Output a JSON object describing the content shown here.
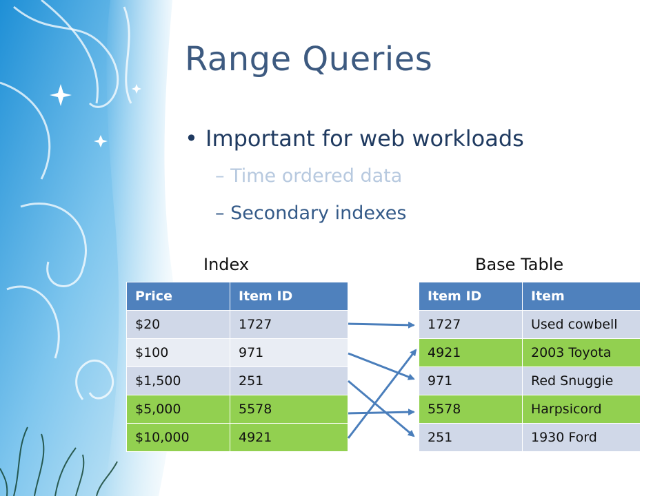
{
  "slide": {
    "title": "Range Queries",
    "bullet": "Important for web workloads",
    "sub_bullets": [
      "Time ordered data",
      "Secondary indexes"
    ]
  },
  "index_table": {
    "caption": "Index",
    "headers": [
      "Price",
      "Item ID"
    ],
    "rows": [
      {
        "price": "$20",
        "item_id": "1727",
        "highlight": false
      },
      {
        "price": "$100",
        "item_id": "971",
        "highlight": false
      },
      {
        "price": "$1,500",
        "item_id": "251",
        "highlight": false
      },
      {
        "price": "$5,000",
        "item_id": "5578",
        "highlight": true
      },
      {
        "price": "$10,000",
        "item_id": "4921",
        "highlight": true
      }
    ]
  },
  "base_table": {
    "caption": "Base Table",
    "headers": [
      "Item ID",
      "Item"
    ],
    "rows": [
      {
        "item_id": "1727",
        "item": "Used cowbell",
        "highlight": false
      },
      {
        "item_id": "4921",
        "item": "2003 Toyota",
        "highlight": true
      },
      {
        "item_id": "971",
        "item": "Red Snuggie",
        "highlight": false
      },
      {
        "item_id": "5578",
        "item": "Harpsicord",
        "highlight": true
      },
      {
        "item_id": "251",
        "item": "1930 Ford",
        "highlight": false
      }
    ]
  },
  "colors": {
    "header_blue": "#4f81bd",
    "row_highlight_green": "#92d050",
    "arrow_blue": "#4a7ebb"
  }
}
